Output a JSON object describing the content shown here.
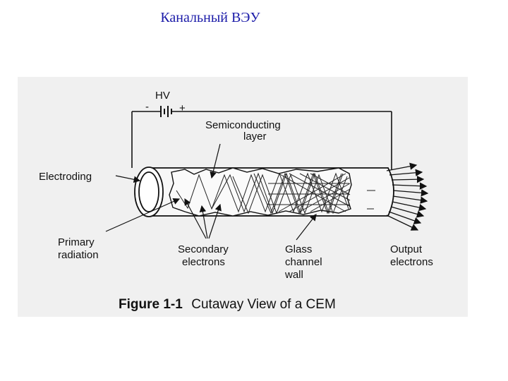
{
  "slide": {
    "title": "Канальный ВЭУ"
  },
  "figure": {
    "labels": {
      "hv": "HV",
      "minus": "-",
      "plus": "+",
      "semiconducting_line1": "Semiconducting",
      "semiconducting_line2": "layer",
      "electroding": "Electroding",
      "primary_line1": "Primary",
      "primary_line2": "radiation",
      "secondary_line1": "Secondary",
      "secondary_line2": "electrons",
      "glass_line1": "Glass",
      "glass_line2": "channel",
      "glass_line3": "wall",
      "output_line1": "Output",
      "output_line2": "electrons"
    },
    "caption": {
      "number": "Figure 1-1",
      "text": "Cutaway View of a CEM"
    }
  }
}
